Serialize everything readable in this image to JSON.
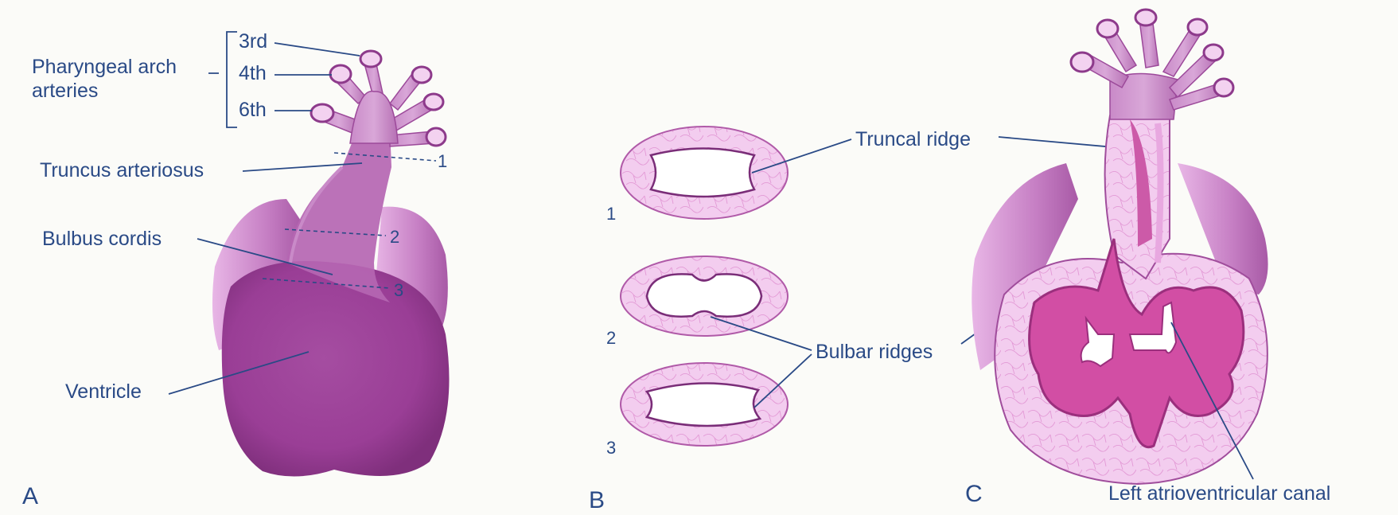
{
  "panels": {
    "a": "A",
    "b": "B",
    "c": "C"
  },
  "panel_a": {
    "pharyngeal_label_line1": "Pharyngeal arch",
    "pharyngeal_label_line2": "arteries",
    "arch_3": "3rd",
    "arch_4": "4th",
    "arch_6": "6th",
    "truncus": "Truncus arteriosus",
    "bulbus": "Bulbus cordis",
    "ventricle": "Ventricle",
    "section_1": "1",
    "section_2": "2",
    "section_3": "3"
  },
  "panel_b": {
    "section_1": "1",
    "section_2": "2",
    "section_3": "3",
    "truncal_ridge": "Truncal ridge",
    "bulbar_ridges": "Bulbar ridges"
  },
  "panel_c": {
    "left_av_canal": "Left atrioventricular canal"
  },
  "colors": {
    "label_blue": "#2a4a86",
    "heart_purple": "#9c3f98",
    "light_purple": "#d7a3da",
    "tissue_pink": "#f1c5ec",
    "lumen_pink": "#d24ea4"
  }
}
